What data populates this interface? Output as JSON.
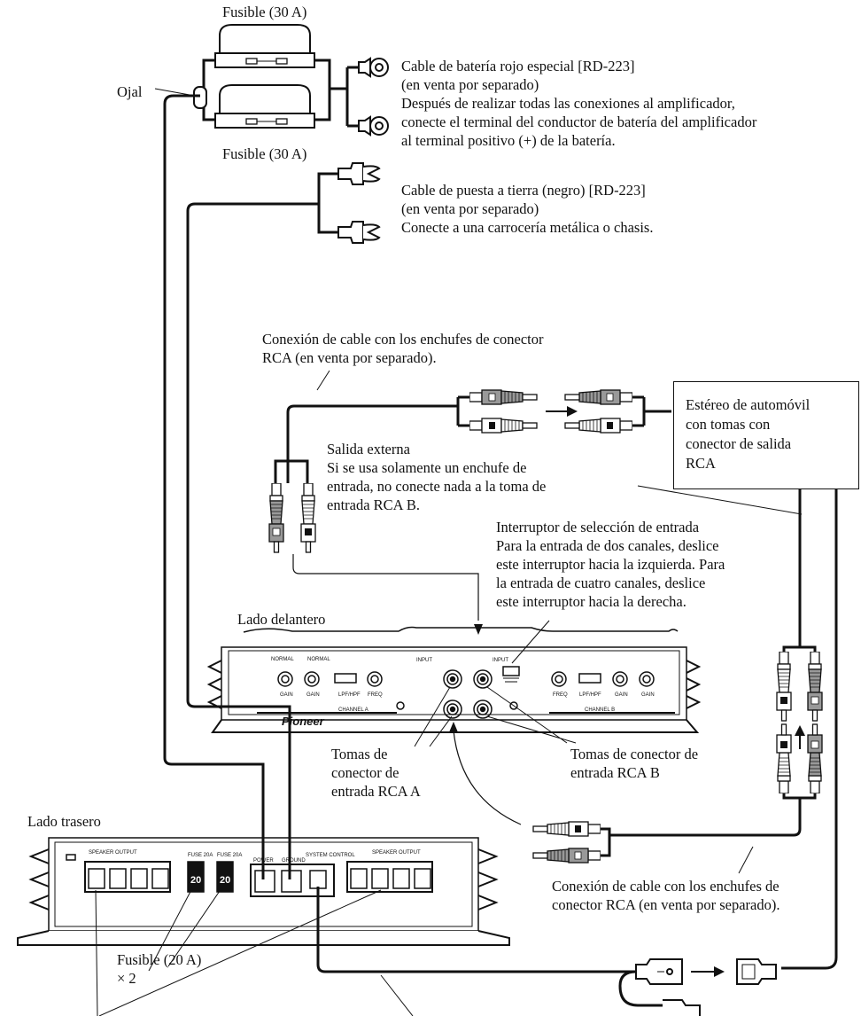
{
  "labels": {
    "fuse_top": "Fusible (30 A)",
    "fuse_bottom": "Fusible (30 A)",
    "ojal": "Ojal",
    "battery": [
      "Cable de batería rojo especial [RD-223]",
      "(en venta por separado)",
      "Después de realizar todas las conexiones al amplificador,",
      "conecte el terminal del conductor de batería del amplificador",
      "al terminal positivo (+) de la batería."
    ],
    "ground": [
      "Cable de puesta a tierra (negro) [RD-223]",
      "(en venta por separado)",
      "Conecte a una carrocería metálica o chasis."
    ],
    "rca_cable_top": [
      "Conexión de cable con los enchufes de conector",
      "RCA (en venta por separado)."
    ],
    "stereo": [
      "Estéreo de automóvil",
      "con tomas con",
      "conector de salida",
      "RCA"
    ],
    "external_out": [
      "Salida externa",
      "Si se usa solamente un enchufe de",
      "entrada, no conecte nada a la toma de",
      "entrada RCA B."
    ],
    "input_switch": [
      "Interruptor de selección de entrada",
      "Para la entrada de dos canales, deslice",
      "este interruptor hacia la izquierda. Para",
      "la entrada de cuatro canales, deslice",
      "este interruptor hacia la derecha."
    ],
    "front_side": "Lado delantero",
    "rca_a": [
      "Tomas de",
      "conector de",
      "entrada RCA A"
    ],
    "rca_b": [
      "Tomas de conector de",
      "entrada RCA B"
    ],
    "rear_side": "Lado trasero",
    "rca_cable_bottom": [
      "Conexión de cable con los enchufes de",
      "conector RCA (en venta por separado)."
    ],
    "fuse_20": [
      "Fusible (20 A)",
      "× 2"
    ]
  },
  "panel": {
    "brand": "Pioneer",
    "channel_a": "CHANNEL A",
    "channel_b": "CHANNEL B",
    "gain": "GAIN",
    "freq": "FREQ",
    "lpf": "LPF/HPF",
    "input": "INPUT",
    "speaker_output": "SPEAKER OUTPUT",
    "fuse_marking": "20",
    "power": "POWER",
    "ground": "GROUND",
    "system_control": "SYSTEM CONTROL",
    "fuse_20a": "FUSE 20A"
  }
}
